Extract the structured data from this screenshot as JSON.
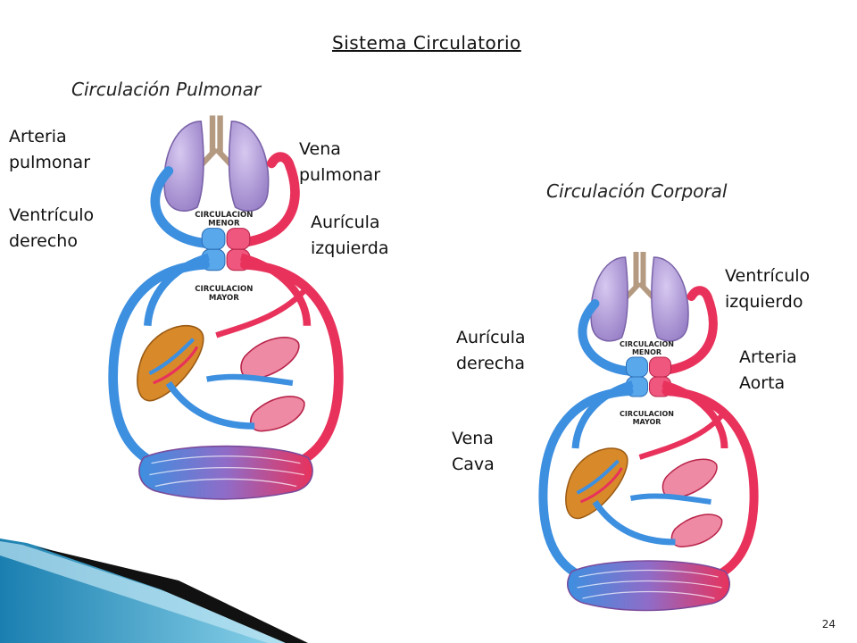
{
  "title": "Sistema Circulatorio",
  "sections": {
    "pulmonar": "Circulación Pulmonar",
    "corporal": "Circulación Corporal"
  },
  "labels": {
    "arteria_pulmonar": "Arteria\npulmonar",
    "vena_pulmonar": "Vena\npulmonar",
    "ventriculo_derecho": "Ventrículo\nderecho",
    "auricula_izquierda": "Aurícula\nizquierda",
    "ventriculo_izquierdo": "Ventrículo\nizquierdo",
    "auricula_derecha": "Aurícula\nderecha",
    "arteria_aorta": "Arteria\nAorta",
    "vena_cava": "Vena\nCava"
  },
  "diagram_text": {
    "circulacion_menor": "CIRCULACION\nMENOR",
    "circulacion_mayor": "CIRCULACION\nMAYOR"
  },
  "slide_number": "24",
  "colors": {
    "vein": "#3d8fe0",
    "artery": "#e8325c",
    "lung": "#a58fd0",
    "liver": "#d88a2a"
  }
}
